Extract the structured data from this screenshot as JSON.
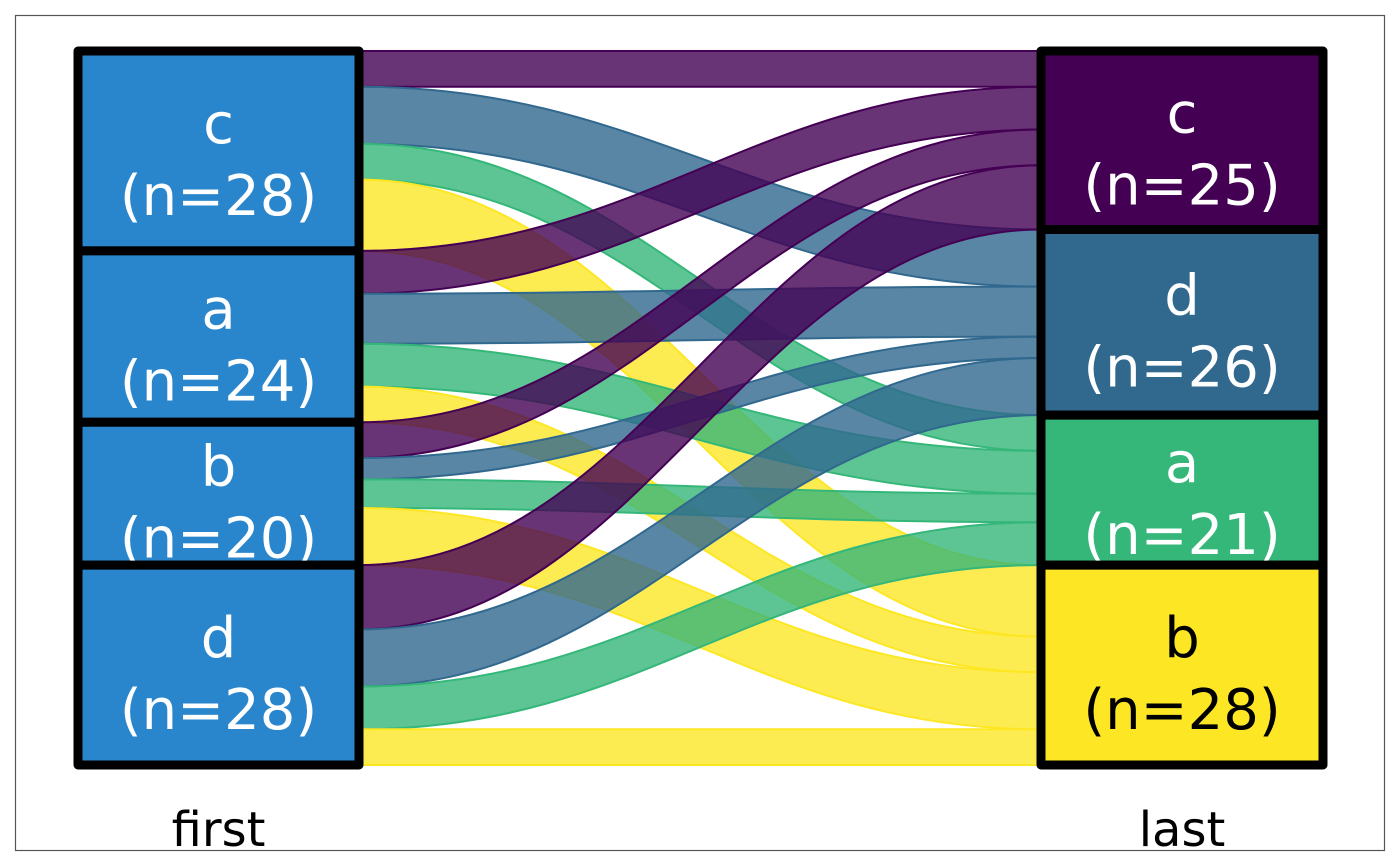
{
  "chart_data": {
    "type": "sankey",
    "axes": [
      {
        "label": "first",
        "nodes": [
          {
            "name": "c",
            "count_label": "(n=28)",
            "count": 28,
            "color": "#2a86cc",
            "text_color": "#ffffff"
          },
          {
            "name": "a",
            "count_label": "(n=24)",
            "count": 24,
            "color": "#2a86cc",
            "text_color": "#ffffff"
          },
          {
            "name": "b",
            "count_label": "(n=20)",
            "count": 20,
            "color": "#2a86cc",
            "text_color": "#ffffff"
          },
          {
            "name": "d",
            "count_label": "(n=28)",
            "count": 28,
            "color": "#2a86cc",
            "text_color": "#ffffff"
          }
        ]
      },
      {
        "label": "last",
        "nodes": [
          {
            "name": "c",
            "count_label": "(n=25)",
            "count": 25,
            "color": "#440154",
            "text_color": "#ffffff"
          },
          {
            "name": "d",
            "count_label": "(n=26)",
            "count": 26,
            "color": "#31688e",
            "text_color": "#ffffff"
          },
          {
            "name": "a",
            "count_label": "(n=21)",
            "count": 21,
            "color": "#35b779",
            "text_color": "#ffffff"
          },
          {
            "name": "b",
            "count_label": "(n=28)",
            "count": 28,
            "color": "#fde725",
            "text_color": "#000000"
          }
        ]
      }
    ],
    "flows": [
      {
        "from": "c",
        "to": "c",
        "value": 5
      },
      {
        "from": "c",
        "to": "d",
        "value": 8
      },
      {
        "from": "c",
        "to": "a",
        "value": 5
      },
      {
        "from": "c",
        "to": "b",
        "value": 10
      },
      {
        "from": "a",
        "to": "c",
        "value": 6
      },
      {
        "from": "a",
        "to": "d",
        "value": 7
      },
      {
        "from": "a",
        "to": "a",
        "value": 6
      },
      {
        "from": "a",
        "to": "b",
        "value": 5
      },
      {
        "from": "b",
        "to": "c",
        "value": 5
      },
      {
        "from": "b",
        "to": "d",
        "value": 3
      },
      {
        "from": "b",
        "to": "a",
        "value": 4
      },
      {
        "from": "b",
        "to": "b",
        "value": 8
      },
      {
        "from": "d",
        "to": "c",
        "value": 9
      },
      {
        "from": "d",
        "to": "d",
        "value": 8
      },
      {
        "from": "d",
        "to": "a",
        "value": 6
      },
      {
        "from": "d",
        "to": "b",
        "value": 5
      }
    ]
  }
}
